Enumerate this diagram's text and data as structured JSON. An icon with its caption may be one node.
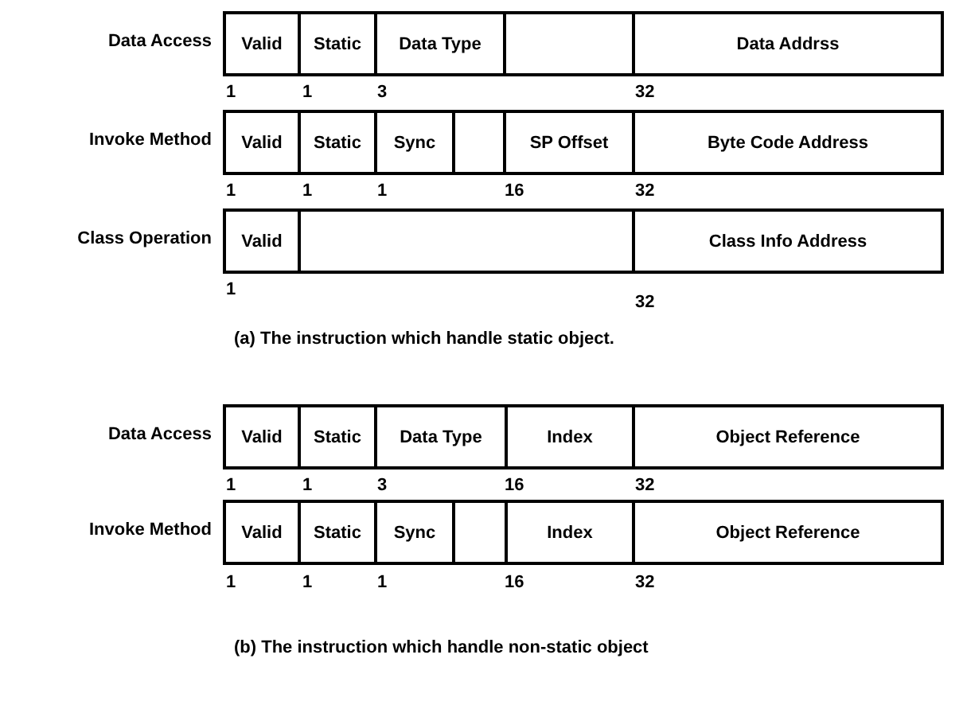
{
  "diagram": {
    "nodes": [
      {
        "text": [
          "Valid"
        ]
      },
      {
        "text": [
          "Static"
        ]
      },
      {
        "text": [
          "Data Type"
        ]
      },
      {
        "text": [],
        "shape": "box"
      },
      {
        "text": [
          "Data Addrss"
        ]
      },
      {
        "text": [
          "Valid"
        ]
      },
      {
        "text": [
          "Static"
        ]
      },
      {
        "text": [
          "Sync"
        ]
      },
      {
        "text": [],
        "shape": "box"
      },
      {
        "text": [
          "SP Offset"
        ]
      },
      {
        "text": [
          "Byte Code Address"
        ]
      },
      {
        "text": [
          "Valid"
        ]
      },
      {
        "text": [],
        "shape": "box"
      },
      {
        "text": [
          "Class Info Address"
        ]
      },
      {
        "text": [
          "Valid"
        ]
      },
      {
        "text": [
          "Static"
        ]
      },
      {
        "text": [
          "Data Type"
        ]
      },
      {
        "text": [
          "Index"
        ]
      },
      {
        "text": [
          "Object Reference"
        ]
      },
      {
        "text": [
          "Valid"
        ]
      },
      {
        "text": [
          "Static"
        ]
      },
      {
        "text": [
          "Sync"
        ]
      },
      {
        "text": [],
        "shape": "box"
      },
      {
        "text": [
          "Index"
        ]
      },
      {
        "text": [
          "Object Reference"
        ]
      }
    ],
    "edges": [],
    "labels": [
      "Data Access",
      "1",
      "1",
      "3",
      "32",
      "Invoke Method",
      "1",
      "1",
      "1",
      "16",
      "32",
      "Class Operation",
      "1",
      "32",
      "(a) The instruction which handle static object.",
      "Data Access",
      "1",
      "1",
      "3",
      "16",
      "32",
      "Invoke Method",
      "1",
      "1",
      "1",
      "16",
      "32",
      "(b) The instruction which handle non-static object"
    ]
  }
}
